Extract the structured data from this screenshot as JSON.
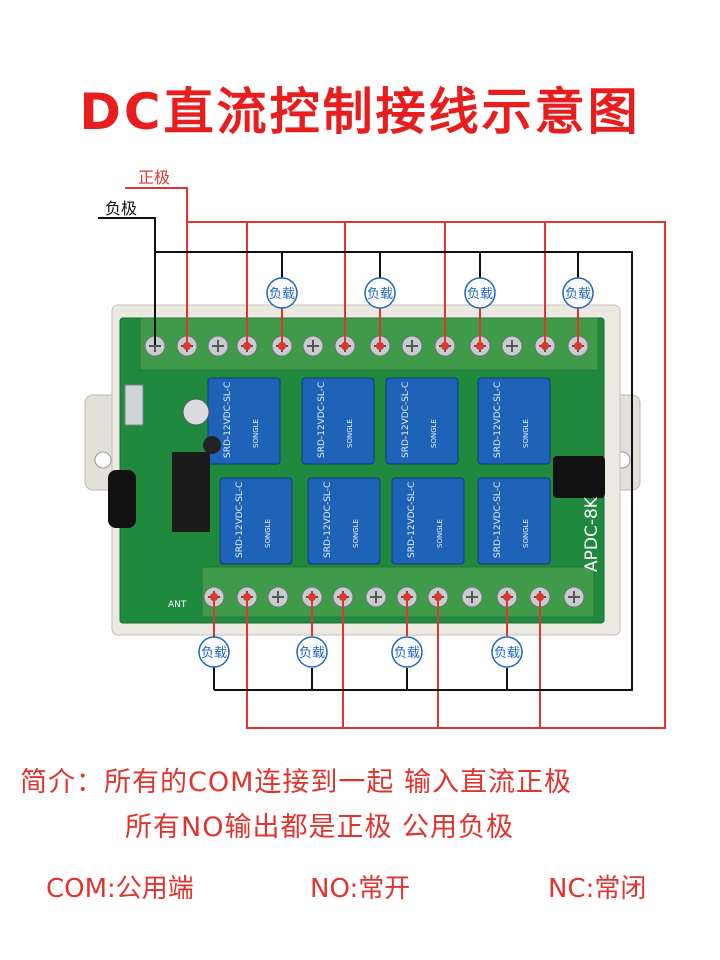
{
  "title": "DC直流控制接线示意图",
  "wires": {
    "positive_label": "正极",
    "negative_label": "负极"
  },
  "board": {
    "model_label": "APDC-8K",
    "relay_text": "SRD-12VDC-SL-C",
    "relay_brand": "SONGLE",
    "antenna_label": "ANT",
    "relay_count": 8
  },
  "load_label": "负载",
  "top_loads": [
    "负载",
    "负载",
    "负载",
    "负载"
  ],
  "bottom_loads": [
    "负载",
    "负载",
    "负载",
    "负载"
  ],
  "notes": {
    "line1": "简介：所有的COM连接到一起 输入直流正极",
    "line2": "所有NO输出都是正极 公用负极"
  },
  "legend": {
    "com": "COM:公用端",
    "no": "NO:常开",
    "nc": "NC:常闭"
  },
  "colors": {
    "red": "#e0342e",
    "pcb": "#1f8a3e",
    "relay": "#1e63b8",
    "terminal": "#3f9a49",
    "load": "#1e66c8",
    "enclosure": "#e8e6df"
  }
}
